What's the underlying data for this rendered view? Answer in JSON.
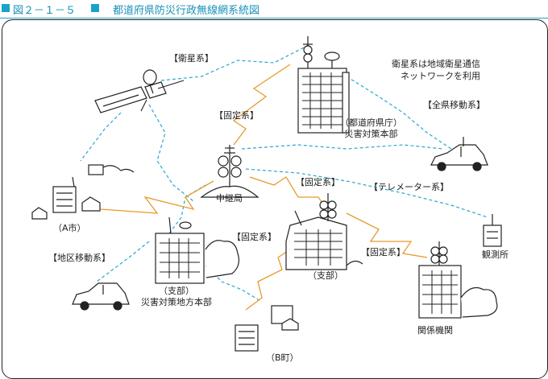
{
  "header": {
    "figure_number": "図２－１－５",
    "title": "都道府県防災行政無線網系統図"
  },
  "links": {
    "satellite": "【衛星系】",
    "fixed": "【固定系】",
    "prefecture_mobile": "【全県移動系】",
    "telemeter": "【テレメーター系】",
    "district_mobile": "【地区移動系】"
  },
  "note": {
    "line1": "衛星系は地域衛星通信",
    "line2": "ネットワークを利用"
  },
  "nodes": {
    "hq_line1": "（都道府県庁）",
    "hq_line2": "災害対策本部",
    "relay": "中継局",
    "city_a": "（A市）",
    "branch_main": "（支部）",
    "branch_line1": "（支部）",
    "branch_line2": "災害対策地方本部",
    "town_b": "（B町）",
    "observatory": "観測所",
    "agency": "関係機関"
  },
  "colors": {
    "accent": "#1aa3c9",
    "satellite_link": "#2aa7cf",
    "fixed_link": "#e89a2c",
    "building_line": "#222222"
  }
}
